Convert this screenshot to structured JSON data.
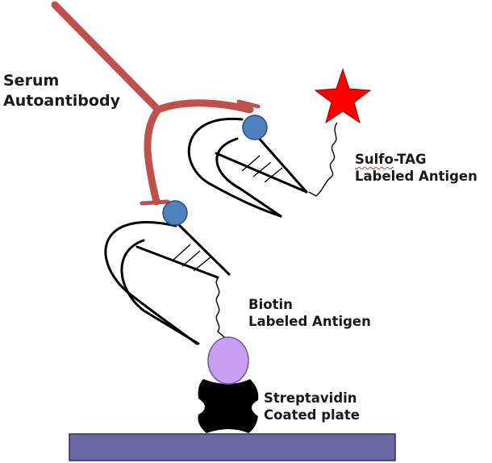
{
  "labels": {
    "serum_line1": "Serum",
    "serum_line2": "Autoantibody",
    "sulfo_line1_word": "Sulfo",
    "sulfo_line1_rest": "-TAG",
    "sulfo_line2": "Labeled Antigen",
    "biotin_line1": "Biotin",
    "biotin_line2": "Labeled Antigen",
    "strep_line1": "Streptavidin",
    "strep_line2": "Coated plate"
  },
  "colors": {
    "antibody": "#c0504d",
    "epitope": "#4f81bd",
    "biotin": "#c89ef0",
    "streptavidin": "#000000",
    "plate": "#6b67a3",
    "sulfo_tag": "#ff0000",
    "background": "#ffffff"
  }
}
